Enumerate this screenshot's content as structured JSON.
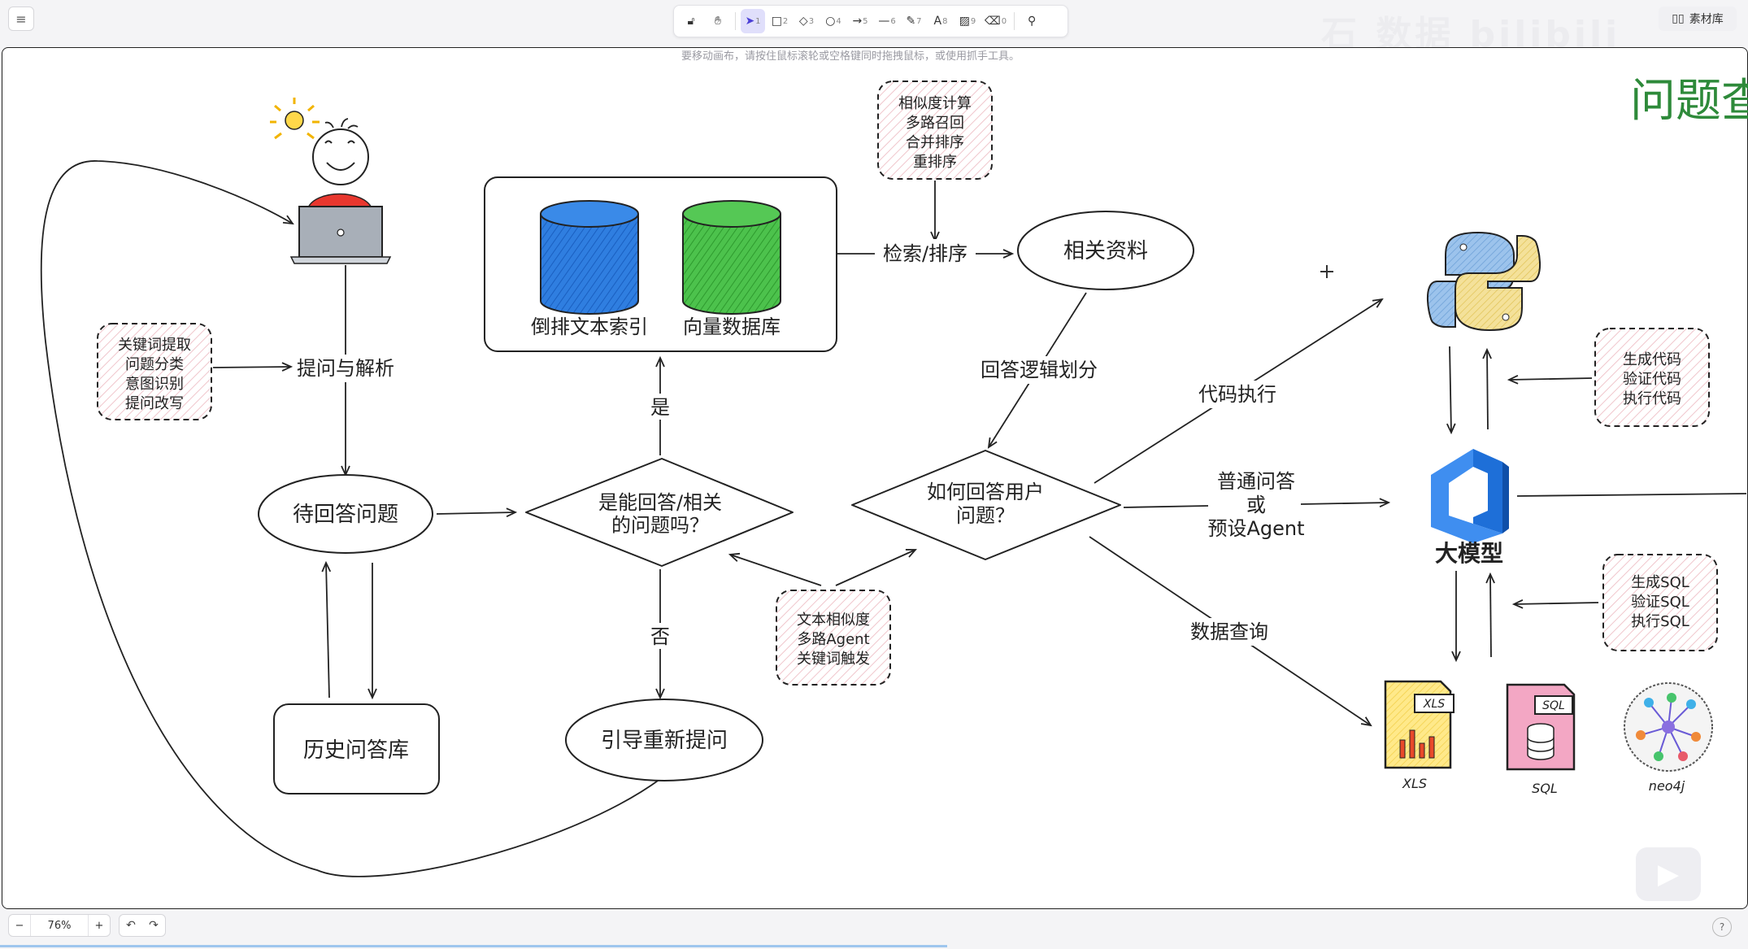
{
  "toolbar": {
    "hamburger": "≡",
    "tools": [
      {
        "name": "lock-tool",
        "glyph": "🔓︎",
        "key": ""
      },
      {
        "name": "hand-tool",
        "glyph": "✋︎",
        "key": ""
      },
      {
        "name": "select-tool",
        "glyph": "➤",
        "key": "1"
      },
      {
        "name": "rectangle-tool",
        "glyph": "□",
        "key": "2"
      },
      {
        "name": "diamond-tool",
        "glyph": "◇",
        "key": "3"
      },
      {
        "name": "ellipse-tool",
        "glyph": "○",
        "key": "4"
      },
      {
        "name": "arrow-tool",
        "glyph": "→",
        "key": "5"
      },
      {
        "name": "line-tool",
        "glyph": "—",
        "key": "6"
      },
      {
        "name": "pencil-tool",
        "glyph": "✎",
        "key": "7"
      },
      {
        "name": "text-tool",
        "glyph": "A",
        "key": "8"
      },
      {
        "name": "image-tool",
        "glyph": "▨",
        "key": "9"
      },
      {
        "name": "eraser-tool",
        "glyph": "⌫",
        "key": "0"
      },
      {
        "name": "shapes-library-tool",
        "glyph": "⚲",
        "key": ""
      }
    ],
    "hint": "要移动画布，请按住鼠标滚轮或空格键同时拖拽鼠标，或使用抓手工具。",
    "library_label": "素材库",
    "watermark": "石 数据 bilibili"
  },
  "bottombar": {
    "zoom_out": "−",
    "zoom_level": "76%",
    "zoom_in": "+",
    "undo": "↶",
    "redo": "↷",
    "help": "?"
  },
  "diagram": {
    "title": "问题查",
    "note_preprocess": [
      "关键词提取",
      "问题分类",
      "意图识别",
      "提问改写"
    ],
    "label_ask": "提问与解析",
    "node_pending": "待回答问题",
    "node_history": "历史问答库",
    "node_can_answer": [
      "是能回答/相关",
      "的问题吗？"
    ],
    "label_yes": "是",
    "label_no": "否",
    "node_guide": "引导重新提问",
    "db_inverted": "倒排文本索引",
    "db_vector": "向量数据库",
    "note_rank": [
      "相似度计算",
      "多路召回",
      "合并排序",
      "重排序"
    ],
    "label_retrieve": "检索/排序",
    "node_related": "相关资料",
    "label_logic": "回答逻辑划分",
    "node_how": [
      "如何回答用户",
      "问题？"
    ],
    "note_similarity": [
      "文本相似度",
      "多路Agent",
      "关键词触发"
    ],
    "label_code": "代码执行",
    "label_normal": [
      "普通问答",
      "或",
      "预设Agent"
    ],
    "label_data": "数据查询",
    "node_llm": "大模型",
    "note_code": [
      "生成代码",
      "验证代码",
      "执行代码"
    ],
    "note_sql": [
      "生成SQL",
      "验证SQL",
      "执行SQL"
    ],
    "file_xls": "XLS",
    "file_xls_badge": "XLS",
    "file_sql": "SQL",
    "file_sql_badge": "SQL",
    "file_neo4j": "neo4j"
  }
}
